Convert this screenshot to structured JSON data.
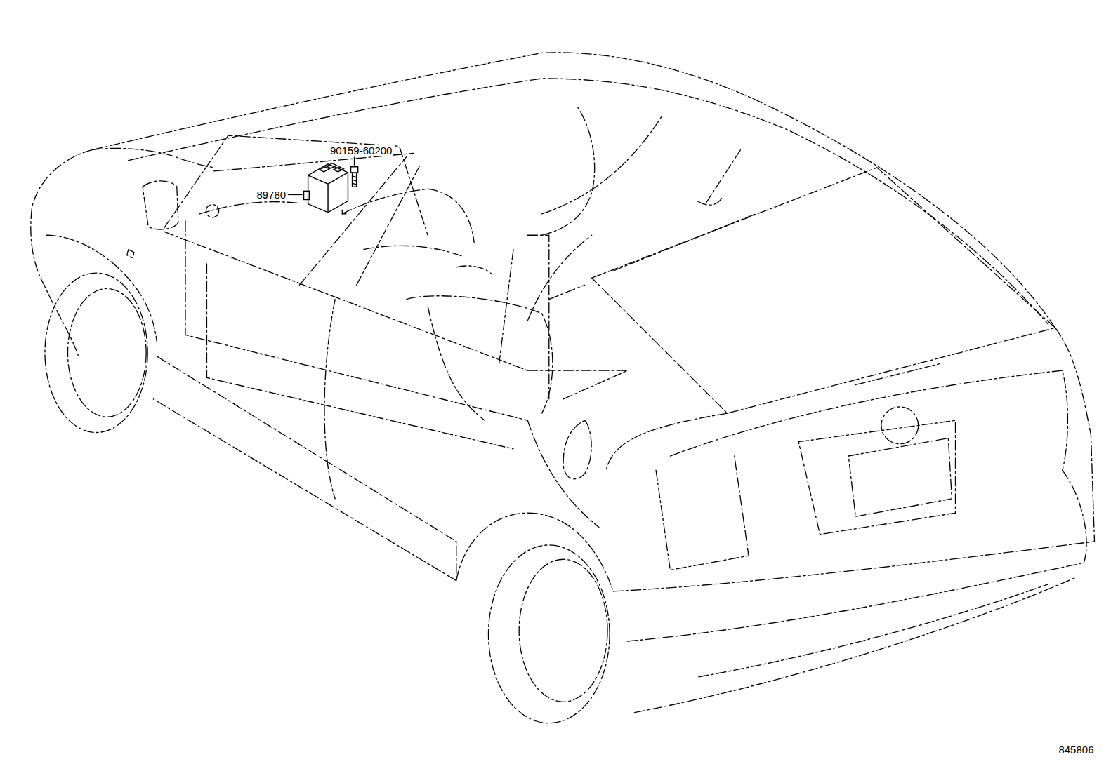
{
  "diagram": {
    "labels": [
      "90159-60200",
      "89780",
      "845806"
    ]
  }
}
